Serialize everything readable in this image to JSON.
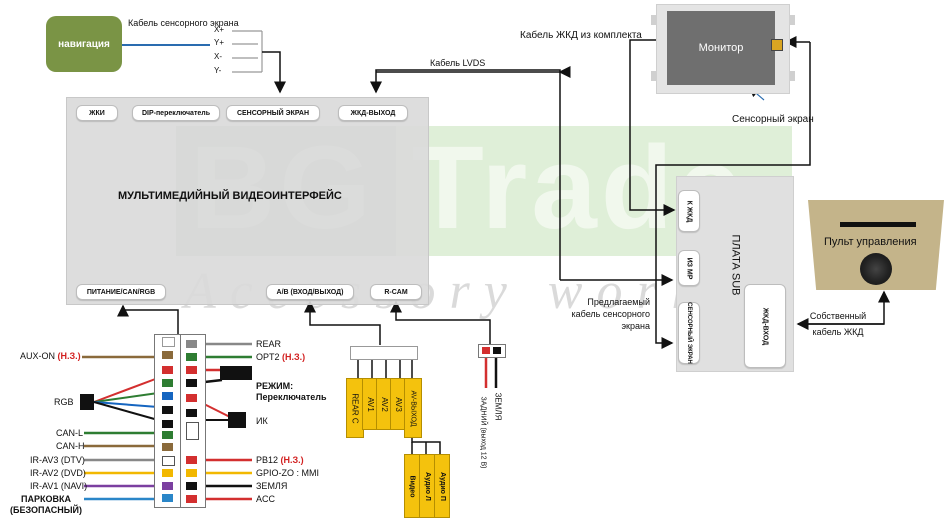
{
  "navigation": {
    "label": "навигация"
  },
  "touch_cable": {
    "label": "Кабель сенсорного экрана",
    "pins": [
      "X+",
      "Y+",
      "X-",
      "Y-"
    ]
  },
  "lcd_cable_kit": "Кабель ЖКД из комплекта",
  "lvds_cable": "Кабель LVDS",
  "monitor": {
    "label": "Монитор",
    "touch_screen": "Сенсорный экран"
  },
  "interface": {
    "title": "МУЛЬТИМЕДИЙНЫЙ ВИДЕОИНТЕРФЕЙС",
    "ports_top": [
      "ЖКИ",
      "DIP-переключатель",
      "СЕНСОРНЫЙ ЭКРАН",
      "ЖКД-ВЫХОД"
    ],
    "ports_bottom": [
      "ПИТАНИЕ/CAN/RGB",
      "А/В (ВХОД/ВЫХОД)",
      "R-CAM"
    ]
  },
  "watermark": {
    "big": "BG Trade",
    "small": "Accessory world"
  },
  "sub_board": {
    "title": "ПЛАТА SUB",
    "ports": [
      "К ЖКД",
      "ИЗ МР",
      "СЕНСОРНЫЙ ЭКРАН"
    ],
    "lcd_in": "ЖКД-ВХОД"
  },
  "proposed_cable": "Предлагаемый кабель сенсорного экрана",
  "remote": {
    "label": "Пульт управления",
    "own_cable": "Собственный кабель ЖКД"
  },
  "left_wires": [
    {
      "label": "AUX-ON",
      "note": "(Н.З.)"
    },
    {
      "label": "RGB",
      "note": ""
    },
    {
      "label": "CAN-L",
      "note": ""
    },
    {
      "label": "CAN-H",
      "note": ""
    },
    {
      "label": "IR-AV3 (DTV)",
      "note": ""
    },
    {
      "label": "IR-AV2 (DVD)",
      "note": ""
    },
    {
      "label": "IR-AV1 (NAVI)",
      "note": ""
    },
    {
      "label": "ПАРКОВКА (БЕЗОПАСНЫЙ)",
      "note": ""
    }
  ],
  "right_wires": [
    {
      "label": "REAR",
      "note": ""
    },
    {
      "label": "OPT2",
      "note": "(Н.З.)"
    },
    {
      "label": "РЕЖИМ: Переключатель",
      "note": ""
    },
    {
      "label": "ИК",
      "note": ""
    },
    {
      "label": "PB12",
      "note": "(Н.З.)"
    },
    {
      "label": "GPIO-ZO : MMI",
      "note": ""
    },
    {
      "label": "ЗЕМЛЯ",
      "note": ""
    },
    {
      "label": "ACC",
      "note": ""
    }
  ],
  "av_plugs": [
    "REAR C",
    "AV1",
    "AV2",
    "AV3",
    "AV-ВЫХОД"
  ],
  "av_out_plugs": [
    "Видео",
    "Аудио Л",
    "Аудио П"
  ],
  "rear_power": {
    "ground": "ЗЕМЛЯ",
    "reverse": "ЗАДНИЙ (выход 12 В)"
  },
  "colors": {
    "navigation": "#7a9445",
    "interface_bg": "#dadada",
    "monitor_body": "#6f6f6f",
    "sub_board": "#e0e0e0",
    "remote_panel": "#c4b48a",
    "plug_yellow": "#f4c20d",
    "watermark_green": "#c4e1b8",
    "note_red": "#d21f1f"
  }
}
